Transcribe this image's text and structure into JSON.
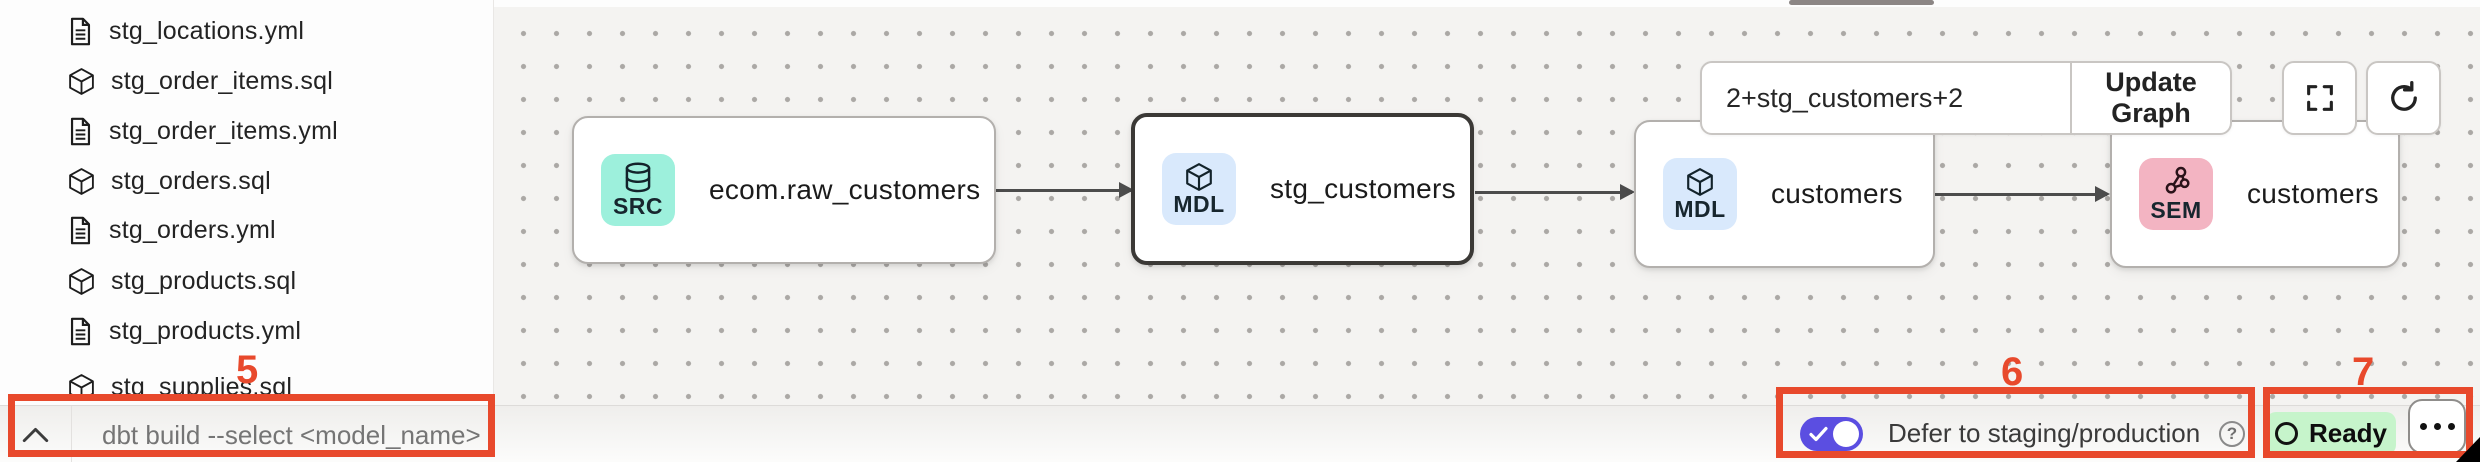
{
  "sidebar": {
    "files": [
      {
        "name": "stg_locations.yml",
        "icon": "yaml-file"
      },
      {
        "name": "stg_order_items.sql",
        "icon": "model-cube"
      },
      {
        "name": "stg_order_items.yml",
        "icon": "yaml-file"
      },
      {
        "name": "stg_orders.sql",
        "icon": "model-cube"
      },
      {
        "name": "stg_orders.yml",
        "icon": "yaml-file"
      },
      {
        "name": "stg_products.sql",
        "icon": "model-cube"
      },
      {
        "name": "stg_products.yml",
        "icon": "yaml-file"
      },
      {
        "name": "stg_supplies.sql",
        "icon": "model-cube"
      }
    ]
  },
  "lineage": {
    "selector": {
      "value": "2+stg_customers+2",
      "update_button": "Update Graph"
    },
    "nodes": [
      {
        "badge": "SRC",
        "title": "ecom.raw_customers",
        "badge_color": "#9DF0DC",
        "selected": false
      },
      {
        "badge": "MDL",
        "title": "stg_customers",
        "badge_color": "#D9E9FC",
        "selected": true
      },
      {
        "badge": "MDL",
        "title": "customers",
        "badge_color": "#D9E9FC",
        "selected": false
      },
      {
        "badge": "SEM",
        "title": "customers",
        "badge_color": "#F3B4C2",
        "selected": false
      }
    ]
  },
  "bottom_bar": {
    "command_placeholder": "dbt build --select <model_name>",
    "defer_toggle": {
      "state": "on",
      "label": "Defer to staging/production",
      "help_glyph": "?"
    },
    "status": {
      "label": "Ready",
      "background": "#C6F4CB"
    }
  },
  "annotations": {
    "color": "#E8492C",
    "n5": "5",
    "n6": "6",
    "n7": "7"
  }
}
